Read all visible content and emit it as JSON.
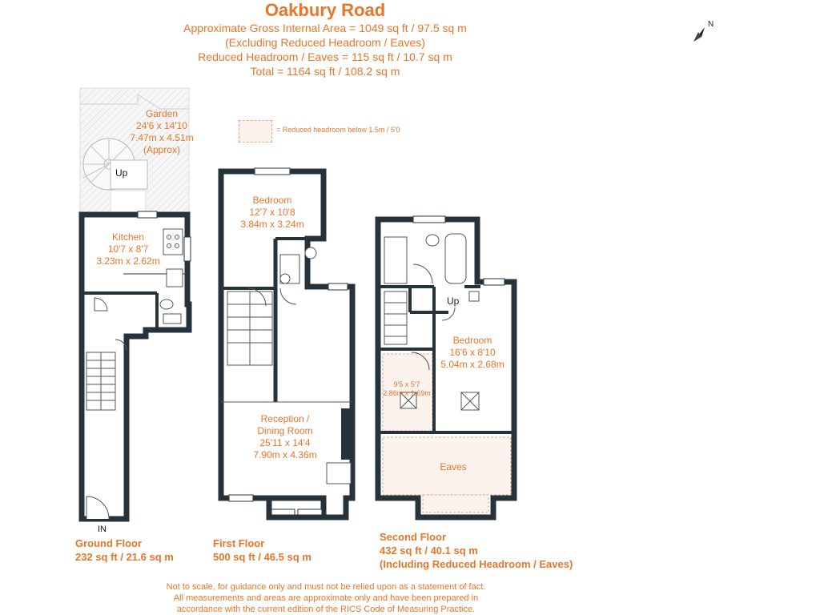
{
  "header": {
    "title": "Oakbury Road",
    "line1": "Approximate Gross Internal Area = 1049 sq ft / 97.5 sq m",
    "line2": "(Excluding Reduced Headroom / Eaves)",
    "line3": "Reduced Headroom / Eaves = 115 sq ft / 10.7 sq m",
    "line4": "Total = 1164 sq ft / 108.2 sq m"
  },
  "compass": {
    "label": "N",
    "icon": "north-arrow-icon"
  },
  "legend": {
    "text": "= Reduced headroom below 1.5m / 5'0"
  },
  "rooms": {
    "garden": {
      "name": "Garden",
      "imperial": "24'6 x 14'10",
      "metric": "7.47m x 4.51m",
      "note": "(Approx)"
    },
    "kitchen": {
      "name": "Kitchen",
      "imperial": "10'7 x 8'7",
      "metric": "3.23m x 2.62m"
    },
    "first_bedroom": {
      "name": "Bedroom",
      "imperial": "12'7 x 10'8",
      "metric": "3.84m x 3.24m"
    },
    "reception": {
      "name_line1": "Reception /",
      "name_line2": "Dining Room",
      "imperial": "25'11 x 14'4",
      "metric": "7.90m x 4.36m"
    },
    "second_bedroom": {
      "name": "Bedroom",
      "imperial": "16'6 x 8'10",
      "metric": "5.04m x 2.68m"
    },
    "small_room": {
      "imperial": "9'5 x 5'7",
      "metric": "2.86m x 1.69m"
    },
    "eaves": {
      "name": "Eaves"
    }
  },
  "stair_labels": {
    "ground_up": "Up",
    "second_up": "Up"
  },
  "entrance": {
    "label": "IN"
  },
  "floors": {
    "ground": {
      "name": "Ground Floor",
      "area": "232 sq ft / 21.6 sq m"
    },
    "first": {
      "name": "First Floor",
      "area": "500 sq ft / 46.5 sq m"
    },
    "second": {
      "name": "Second Floor",
      "area": "432 sq ft / 40.1 sq m",
      "note": "(Including Reduced Headroom / Eaves)"
    }
  },
  "disclaimer": {
    "line1": "Not to scale, for guidance only and must not be relied upon as a statement of fact.",
    "line2": "All measurements and areas are approximate only and have been prepared in",
    "line3": "accordance with the current edition of the RICS Code of Measuring Practice."
  },
  "colors": {
    "accent": "#e8752a",
    "wall": "#27333b",
    "hatch": "#f0f0f0"
  }
}
